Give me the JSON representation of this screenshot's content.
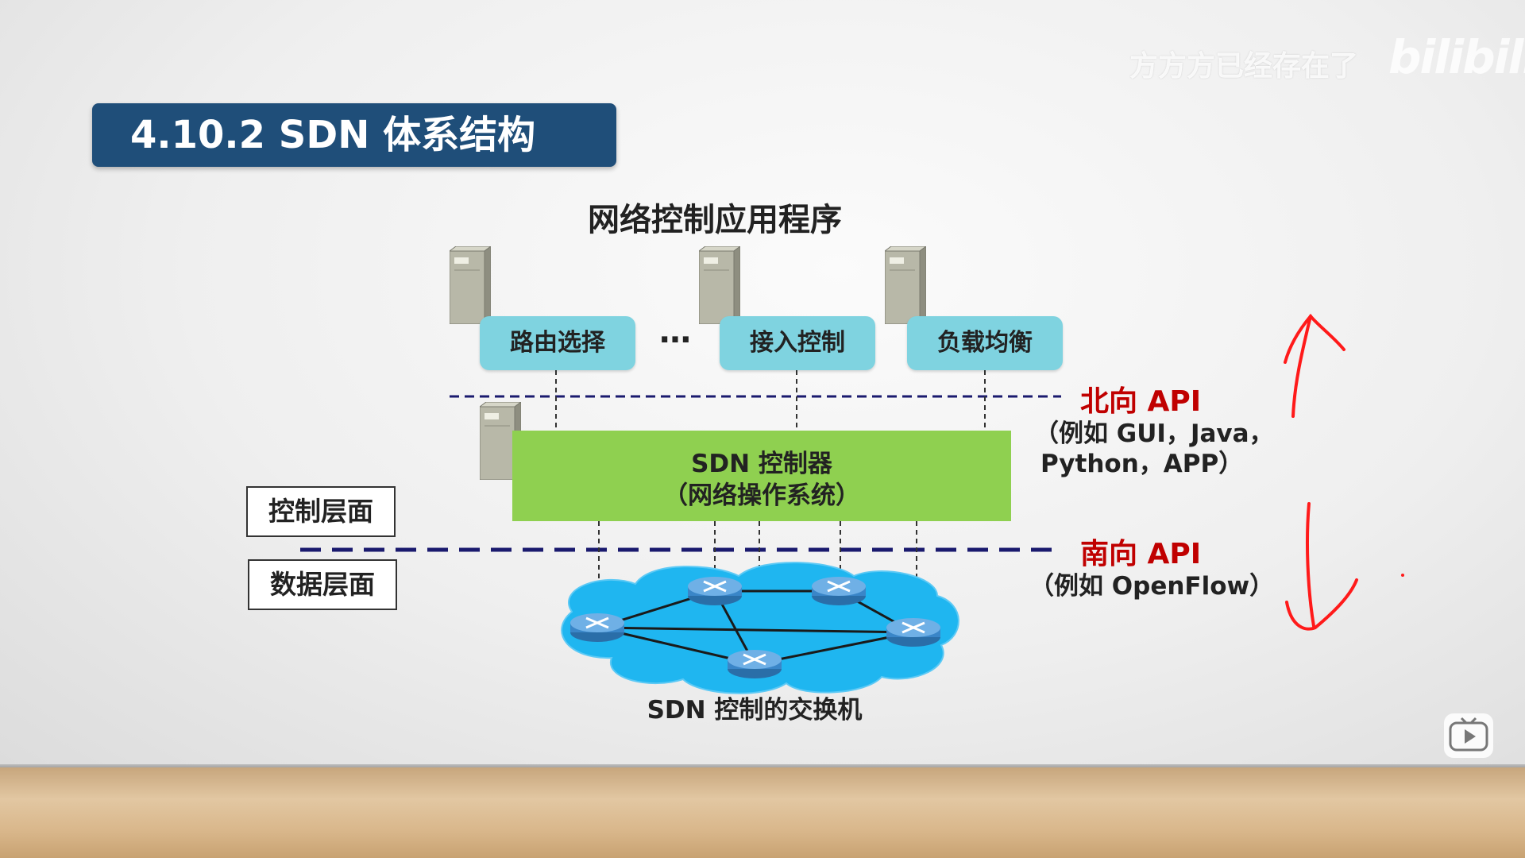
{
  "slide": {
    "title": "4.10.2  SDN 体系结构",
    "apps_title": "网络控制应用程序",
    "apps": [
      {
        "label": "路由选择"
      },
      {
        "label": "接入控制"
      },
      {
        "label": "负载均衡"
      }
    ],
    "ellipsis": "…",
    "controller": {
      "line1": "SDN 控制器",
      "line2": "（网络操作系统）"
    },
    "layers": {
      "control": "控制层面",
      "data": "数据层面"
    },
    "northbound": {
      "title": "北向 API",
      "example_line1": "（例如 GUI，Java，",
      "example_line2": "Python，APP）"
    },
    "southbound": {
      "title": "南向 API",
      "example": "（例如 OpenFlow）"
    },
    "switches_label": "SDN 控制的交换机"
  },
  "watermark": {
    "uploader": "方方方已经存在了",
    "logo": "bilibili"
  },
  "colors": {
    "title_bar": "#1f4e79",
    "app_box": "#7fd3e0",
    "controller": "#8fd050",
    "api_red": "#c00000",
    "cloud": "#1fb6f0",
    "dashed_line": "#1a1a6e",
    "annotation": "#ff1a1a"
  },
  "icons": [
    "server-icon",
    "router-icon",
    "cloud-network",
    "play-icon",
    "annotation-arrow-up",
    "annotation-arrow-down"
  ]
}
